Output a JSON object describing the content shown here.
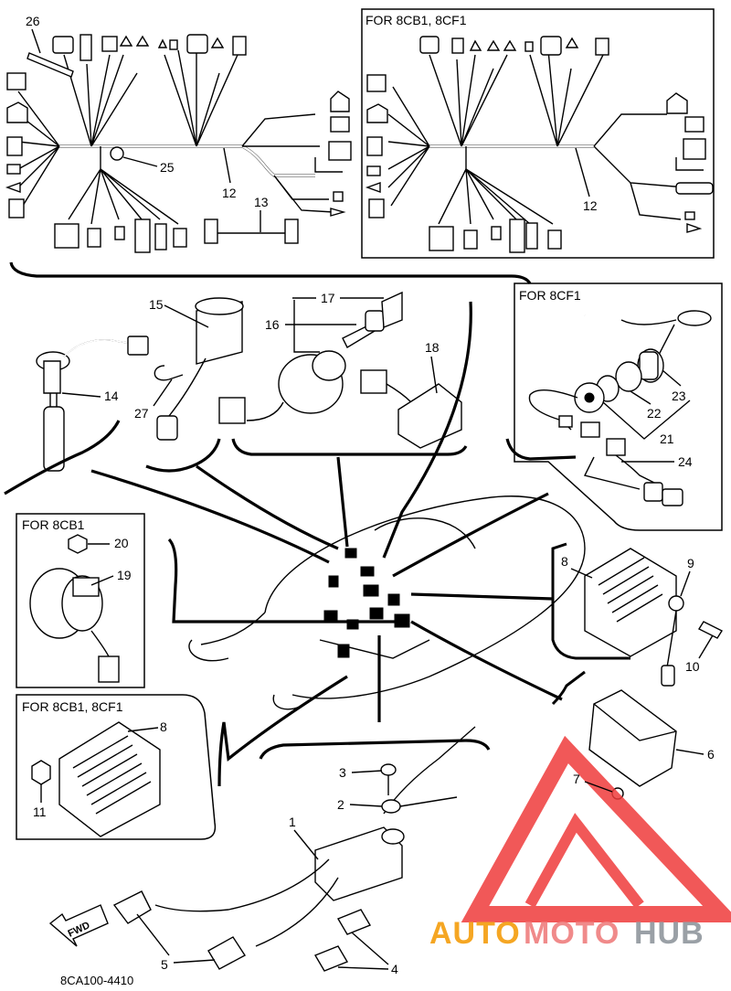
{
  "diagram": {
    "figure_code": "8CA100-4410",
    "fwd_label": "FWD",
    "panels": [
      {
        "title": "FOR 8CB1, 8CF1"
      },
      {
        "title": "FOR 8CF1"
      },
      {
        "title": "FOR 8CB1"
      },
      {
        "title": "FOR 8CB1, 8CF1"
      }
    ],
    "callouts": {
      "n1": "1",
      "n2": "2",
      "n3": "3",
      "n4": "4",
      "n5": "5",
      "n6": "6",
      "n7": "7",
      "n8a": "8",
      "n8b": "8",
      "n9": "9",
      "n10": "10",
      "n11": "11",
      "n12a": "12",
      "n12b": "12",
      "n13": "13",
      "n14": "14",
      "n15": "15",
      "n16": "16",
      "n17": "17",
      "n18": "18",
      "n19": "19",
      "n20": "20",
      "n21": "21",
      "n22": "22",
      "n23": "23",
      "n24": "24",
      "n25": "25",
      "n26": "26",
      "n27": "27"
    }
  },
  "watermark": {
    "auto": "AUTO",
    "moto": "MOTO",
    "hub": "HUB",
    "colors": {
      "auto": "#f5a623",
      "moto": "#f08a8a",
      "hub": "#9aa0a6",
      "triangle": "#ef3b3b"
    }
  }
}
